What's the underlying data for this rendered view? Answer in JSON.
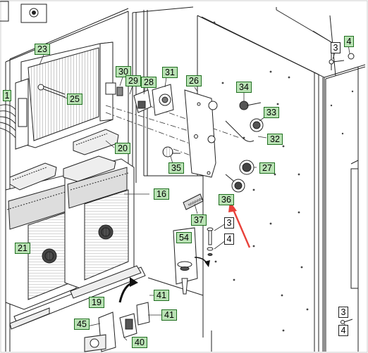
{
  "diagram": {
    "accent_color": "#b9e2b4",
    "label_border_color": "#1f6e1f",
    "arrow_color": "#e8413a",
    "callouts": [
      {
        "id": "c23",
        "text": "23",
        "style": "green"
      },
      {
        "id": "c25",
        "text": "25",
        "style": "green"
      },
      {
        "id": "c30",
        "text": "30",
        "style": "green"
      },
      {
        "id": "c29",
        "text": "29",
        "style": "green"
      },
      {
        "id": "c28",
        "text": "28",
        "style": "green"
      },
      {
        "id": "c31",
        "text": "31",
        "style": "green"
      },
      {
        "id": "c26",
        "text": "26",
        "style": "green"
      },
      {
        "id": "c34",
        "text": "34",
        "style": "green"
      },
      {
        "id": "c33",
        "text": "33",
        "style": "green"
      },
      {
        "id": "c32",
        "text": "32",
        "style": "green"
      },
      {
        "id": "c27",
        "text": "27",
        "style": "green"
      },
      {
        "id": "c35",
        "text": "35",
        "style": "green"
      },
      {
        "id": "c20",
        "text": "20",
        "style": "green"
      },
      {
        "id": "c16",
        "text": "16",
        "style": "green"
      },
      {
        "id": "c36",
        "text": "36",
        "style": "green"
      },
      {
        "id": "c37",
        "text": "37",
        "style": "green"
      },
      {
        "id": "c21",
        "text": "21",
        "style": "green"
      },
      {
        "id": "c54",
        "text": "54",
        "style": "green"
      },
      {
        "id": "c3a",
        "text": "3",
        "style": "plain"
      },
      {
        "id": "c4a",
        "text": "4",
        "style": "plain"
      },
      {
        "id": "c3b",
        "text": "3",
        "style": "plain"
      },
      {
        "id": "c4b",
        "text": "4",
        "style": "green"
      },
      {
        "id": "c19",
        "text": "19",
        "style": "green"
      },
      {
        "id": "c41a",
        "text": "41",
        "style": "green"
      },
      {
        "id": "c41b",
        "text": "41",
        "style": "green"
      },
      {
        "id": "c45",
        "text": "45",
        "style": "green"
      },
      {
        "id": "c40",
        "text": "40",
        "style": "green"
      },
      {
        "id": "c3c",
        "text": "3",
        "style": "plain"
      },
      {
        "id": "c4c",
        "text": "4",
        "style": "plain"
      },
      {
        "id": "c1",
        "text": "1",
        "style": "green"
      }
    ]
  }
}
